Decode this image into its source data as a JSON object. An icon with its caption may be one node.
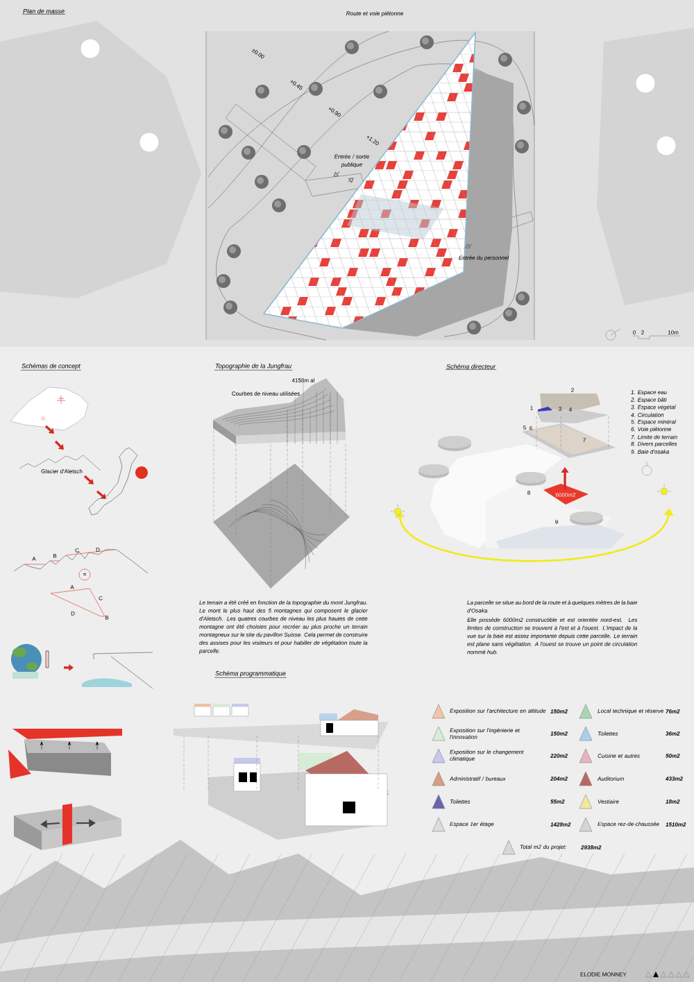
{
  "diagram": {
    "labels": [
      "Plan de masse",
      "Route et voie piétonne",
      "±0.00",
      "+0.45",
      "+0.90",
      "+1.20",
      "Entrée / sortie publique",
      "Entrée du personnel",
      "0",
      "2",
      "10m",
      "Schémas de concept",
      "Topographie de la Jungfrau",
      "Schéma directeur",
      "4158m al",
      "Courbes de niveau utilisées",
      "Glacier d'Aletsch",
      "A",
      "B",
      "C",
      "D",
      "=",
      "A",
      "C",
      "D",
      "B",
      "Le terrain a été créé en fonction de la topographie du mont Jungfrau. Le mont le plus haut des 5 montagnes qui composent le glacier d'Aletsch. Les quatres courbes de niveau les plus hautes de cette montagne ont été choisies pour recréer au plus proche un terrain montagneux sur le site du pavillon Suisse. Cela permet de construire des assises pour les visiteurs et pour habiller de végétation toute la parcelle.",
      "La parcelle se situe au bord de la route et à quelques mètres de la baie d'Osaka.",
      "Elle possède 6000m2 constructible et est orientée nord-est. Les limites de construction se trouvent à l'est et à l'ouest. L'impact de la vue sur la baie est assez importante depuis cette parcelle. Le terrain est plane sans végétation. A l'ouest se trouve un point de circulation nommé hub.",
      "2",
      "1",
      "3",
      "4",
      "5",
      "6",
      "7",
      "8",
      "9",
      "6000m2",
      "1. Espace eau",
      "2. Espace bâti",
      "3. Espace végétal",
      "4. Circulation",
      "5. Espace minéral",
      "6. Voie piétonne",
      "7. Limite de terrain",
      "8. Divers parcelles",
      "9. Baie d'osaka",
      "Schéma programmatique",
      "150m2",
      "150m2",
      "220m2",
      "204m2",
      "55m2",
      "1428m2",
      "76m2",
      "36m2",
      "50m2",
      "433m2",
      "18m2",
      "1510m2",
      "2938m2",
      "ELODIE MONNEY"
    ],
    "legend": [
      {
        "text": "Exposition sur l'architecture en altitude",
        "color": "#f2c4a6"
      },
      {
        "text": "Exposition sur l'ingénierie et l'innovation",
        "color": "#d6ecd6"
      },
      {
        "text": "Exposition sur le changement climatique",
        "color": "#c8c8ee"
      },
      {
        "text": "Administratif / bureaux",
        "color": "#d89e82"
      },
      {
        "text": "Toilettes",
        "color": "#6a64b0"
      },
      {
        "text": "Espace 1er étage",
        "color": "#dcdcdc"
      },
      {
        "text": "Local technique et réserve",
        "color": "#a8d8b0"
      },
      {
        "text": "Toilettes",
        "color": "#a8d0ec"
      },
      {
        "text": "Cuisine et autres",
        "color": "#e8b4bc"
      },
      {
        "text": "Auditorium",
        "color": "#b86a62"
      },
      {
        "text": "Vestiaire",
        "color": "#f0eaa0"
      },
      {
        "text": "Espace rez-de-chaussée",
        "color": "#d4d4d4"
      },
      {
        "text": "Total m2 du projet:",
        "color": "#d8d8d8"
      }
    ]
  }
}
